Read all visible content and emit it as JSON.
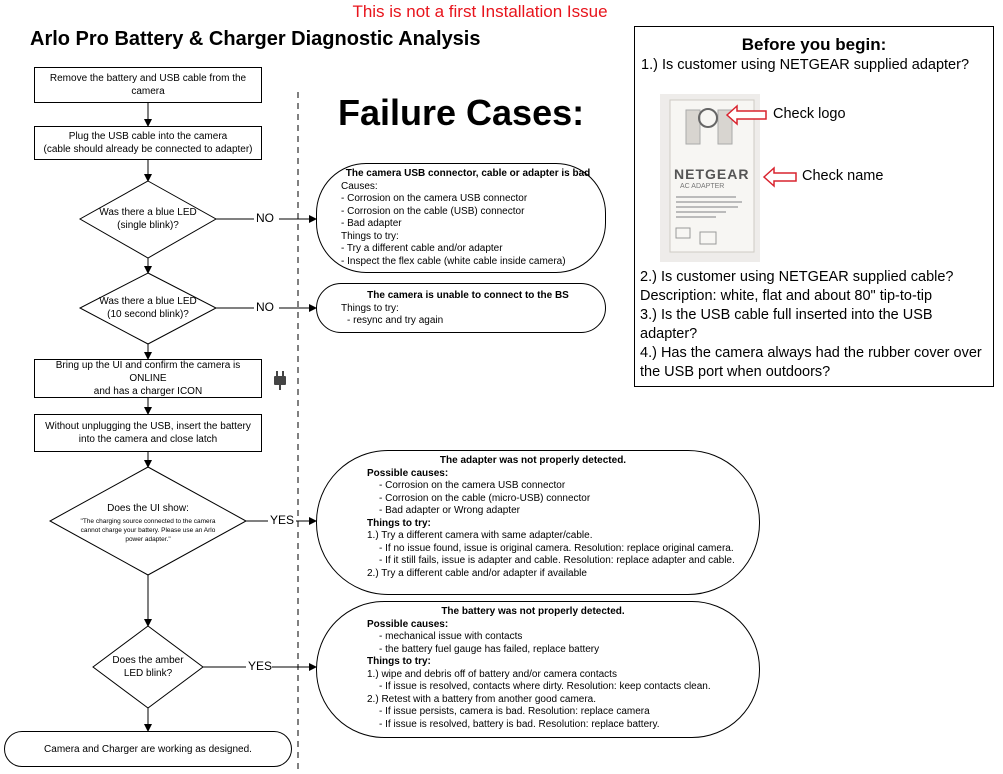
{
  "banner": "This is not a first Installation Issue",
  "title": "Arlo Pro Battery & Charger Diagnostic Analysis",
  "failure_heading": "Failure Cases:",
  "flow": {
    "step1": [
      "Remove the battery and USB cable from the",
      "camera"
    ],
    "step2": [
      "Plug the USB cable into the camera",
      "(cable should already be connected to adapter)"
    ],
    "decision1": [
      "Was there a blue LED",
      "(single blink)?"
    ],
    "decision2": [
      "Was there a blue LED",
      "(10 second blink)?"
    ],
    "step3": [
      "Bring up the UI and confirm the camera is ONLINE",
      "and has a charger ICON"
    ],
    "step4": [
      "Without unplugging the USB, insert the battery",
      "into the camera and close latch"
    ],
    "decision3_title": "Does the UI show:",
    "decision3_quote": [
      "\"The charging source connected to the camera",
      "cannot charge your battery. Please use an Arlo",
      "power adapter.\""
    ],
    "decision4": [
      "Does the amber",
      "LED blink?"
    ],
    "final": "Camera and Charger are working as designed.",
    "no": "NO",
    "yes": "YES"
  },
  "cases": {
    "c1": {
      "title": "The camera USB connector, cable or adapter is bad",
      "lines": [
        "Causes:",
        "- Corrosion on the camera USB connector",
        "- Corrosion on the cable (USB) connector",
        "- Bad adapter",
        "Things to try:",
        "- Try a different cable and/or adapter",
        "- Inspect the flex cable (white cable inside camera)"
      ]
    },
    "c2": {
      "title": "The camera is unable to connect to the BS",
      "lines": [
        "Things to try:",
        "- resync and try again"
      ]
    },
    "c3": {
      "title": "The adapter was not properly detected.",
      "causes_h": "Possible causes:",
      "causes": [
        "- Corrosion on the camera USB connector",
        "- Corrosion on the cable (micro-USB) connector",
        "- Bad adapter or Wrong adapter"
      ],
      "try_h": "Things to try:",
      "t1": "1.) Try a different camera with same adapter/cable.",
      "t1a": "- If no issue found, issue is original camera.  Resolution: replace original camera.",
      "t1b": "- If it still fails, issue is adapter and cable.  Resolution: replace adapter and cable.",
      "t2": "2.) Try a different cable and/or adapter if available"
    },
    "c4": {
      "title": "The battery was not properly detected.",
      "causes_h": "Possible causes:",
      "causes": [
        "- mechanical issue with contacts",
        "- the battery fuel gauge has failed, replace battery"
      ],
      "try_h": "Things to try:",
      "t1": "1.) wipe and debris off of battery and/or camera contacts",
      "t1a": "- If issue is resolved, contacts where dirty.  Resolution: keep contacts clean.",
      "t2": "2.) Retest with a battery from another good camera.",
      "t2a": "- If issue persists, camera is bad.  Resolution: replace camera",
      "t2b": "- If issue is resolved, battery is bad.  Resolution: replace battery."
    }
  },
  "before": {
    "title": "Before you begin:",
    "q1": "1.) Is customer using NETGEAR supplied adapter?",
    "check_logo": "Check logo",
    "check_name": "Check name",
    "brand": "NETGEAR",
    "adapter_label": "AC ADAPTER",
    "q2": "2.) Is customer using NETGEAR supplied cable?",
    "q2_desc": "Description: white, flat and about 80\" tip-to-tip",
    "q3": [
      "3.) Is the USB cable full inserted into the USB",
      "adapter?"
    ],
    "q4": [
      "4.) Has the camera always had the rubber cover over",
      "the USB port when outdoors?"
    ]
  },
  "colors": {
    "banner": "#e8141c",
    "arrow_red": "#d9232e"
  }
}
